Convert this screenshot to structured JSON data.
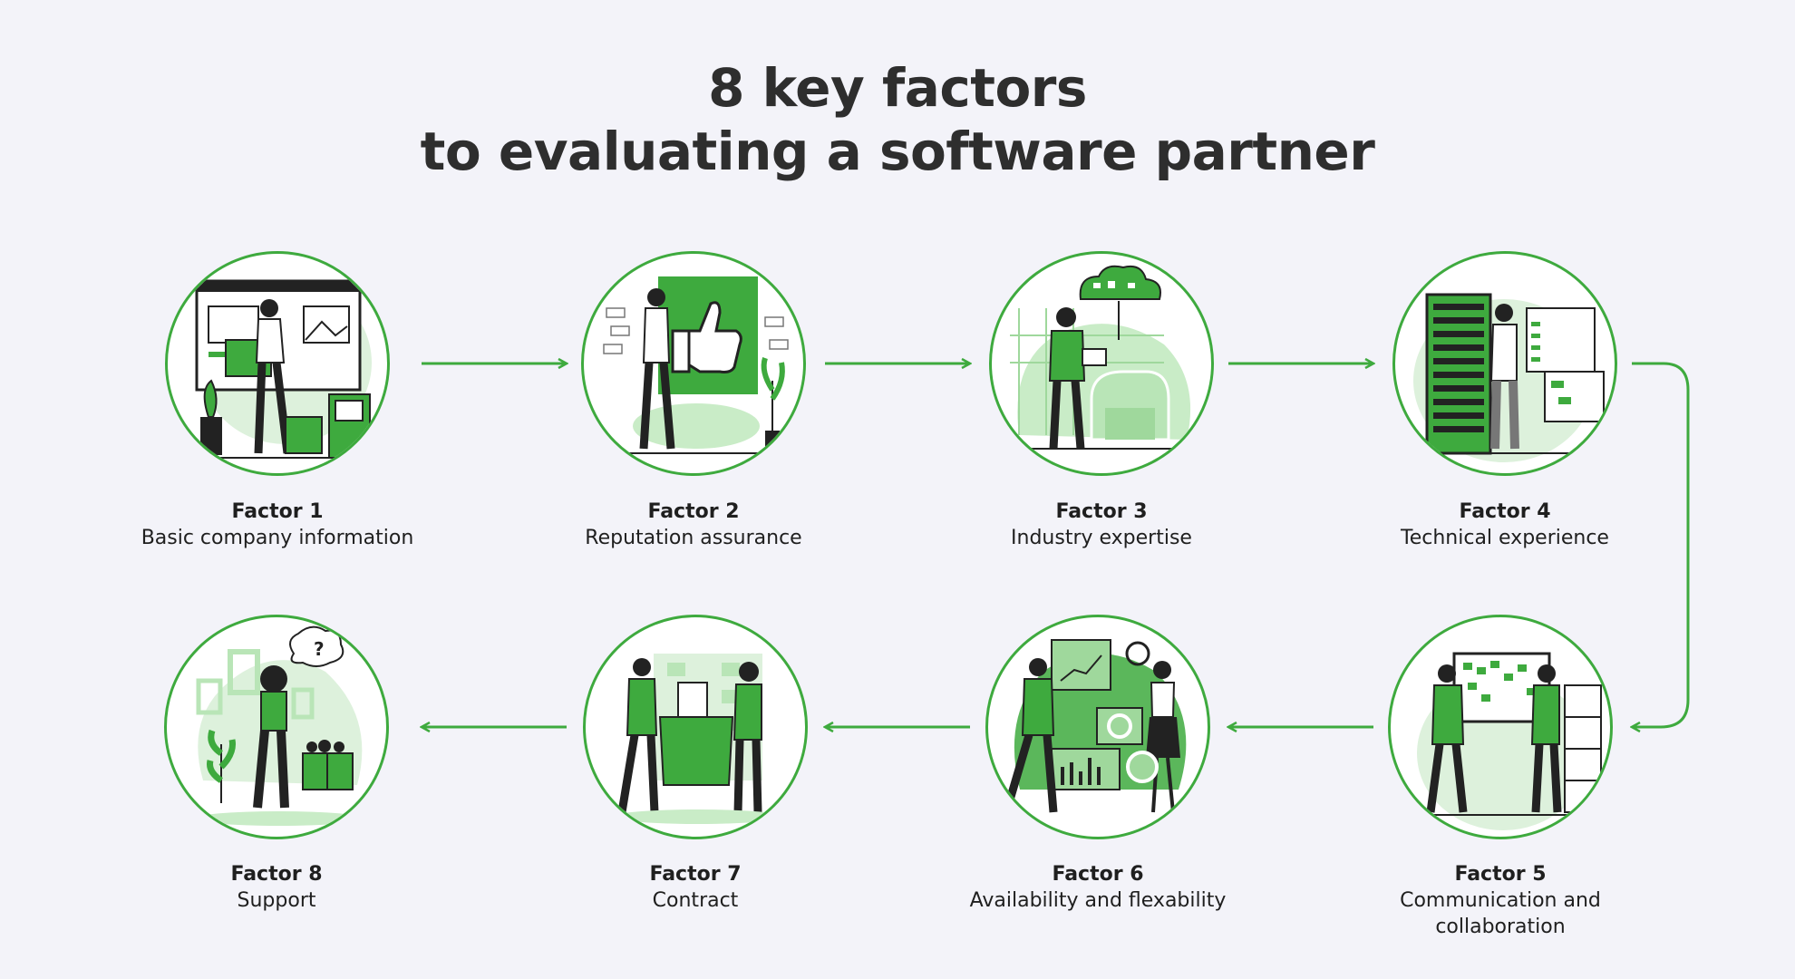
{
  "title": {
    "line1": "8 key factors",
    "line2": "to evaluating a software partner"
  },
  "colors": {
    "accent": "#3eaa3e",
    "accent_light": "#b9e5b7",
    "background": "#f3f3f9",
    "text": "#2b2b2b"
  },
  "factors": [
    {
      "label": "Factor 1",
      "desc": "Basic company information",
      "icon": "website-builder-illustration"
    },
    {
      "label": "Factor 2",
      "desc": "Reputation assurance",
      "icon": "thumbs-up-poster-illustration"
    },
    {
      "label": "Factor 3",
      "desc": "Industry expertise",
      "icon": "cloud-laptop-illustration"
    },
    {
      "label": "Factor 4",
      "desc": "Technical experience",
      "icon": "server-rack-illustration"
    },
    {
      "label": "Factor 5",
      "desc": "Communication and collaboration",
      "icon": "team-board-illustration"
    },
    {
      "label": "Factor 6",
      "desc": "Availability and flexability",
      "icon": "analytics-dashboard-illustration"
    },
    {
      "label": "Factor 7",
      "desc": "Contract",
      "icon": "document-exchange-illustration"
    },
    {
      "label": "Factor 8",
      "desc": "Support",
      "icon": "question-thinking-illustration"
    }
  ]
}
